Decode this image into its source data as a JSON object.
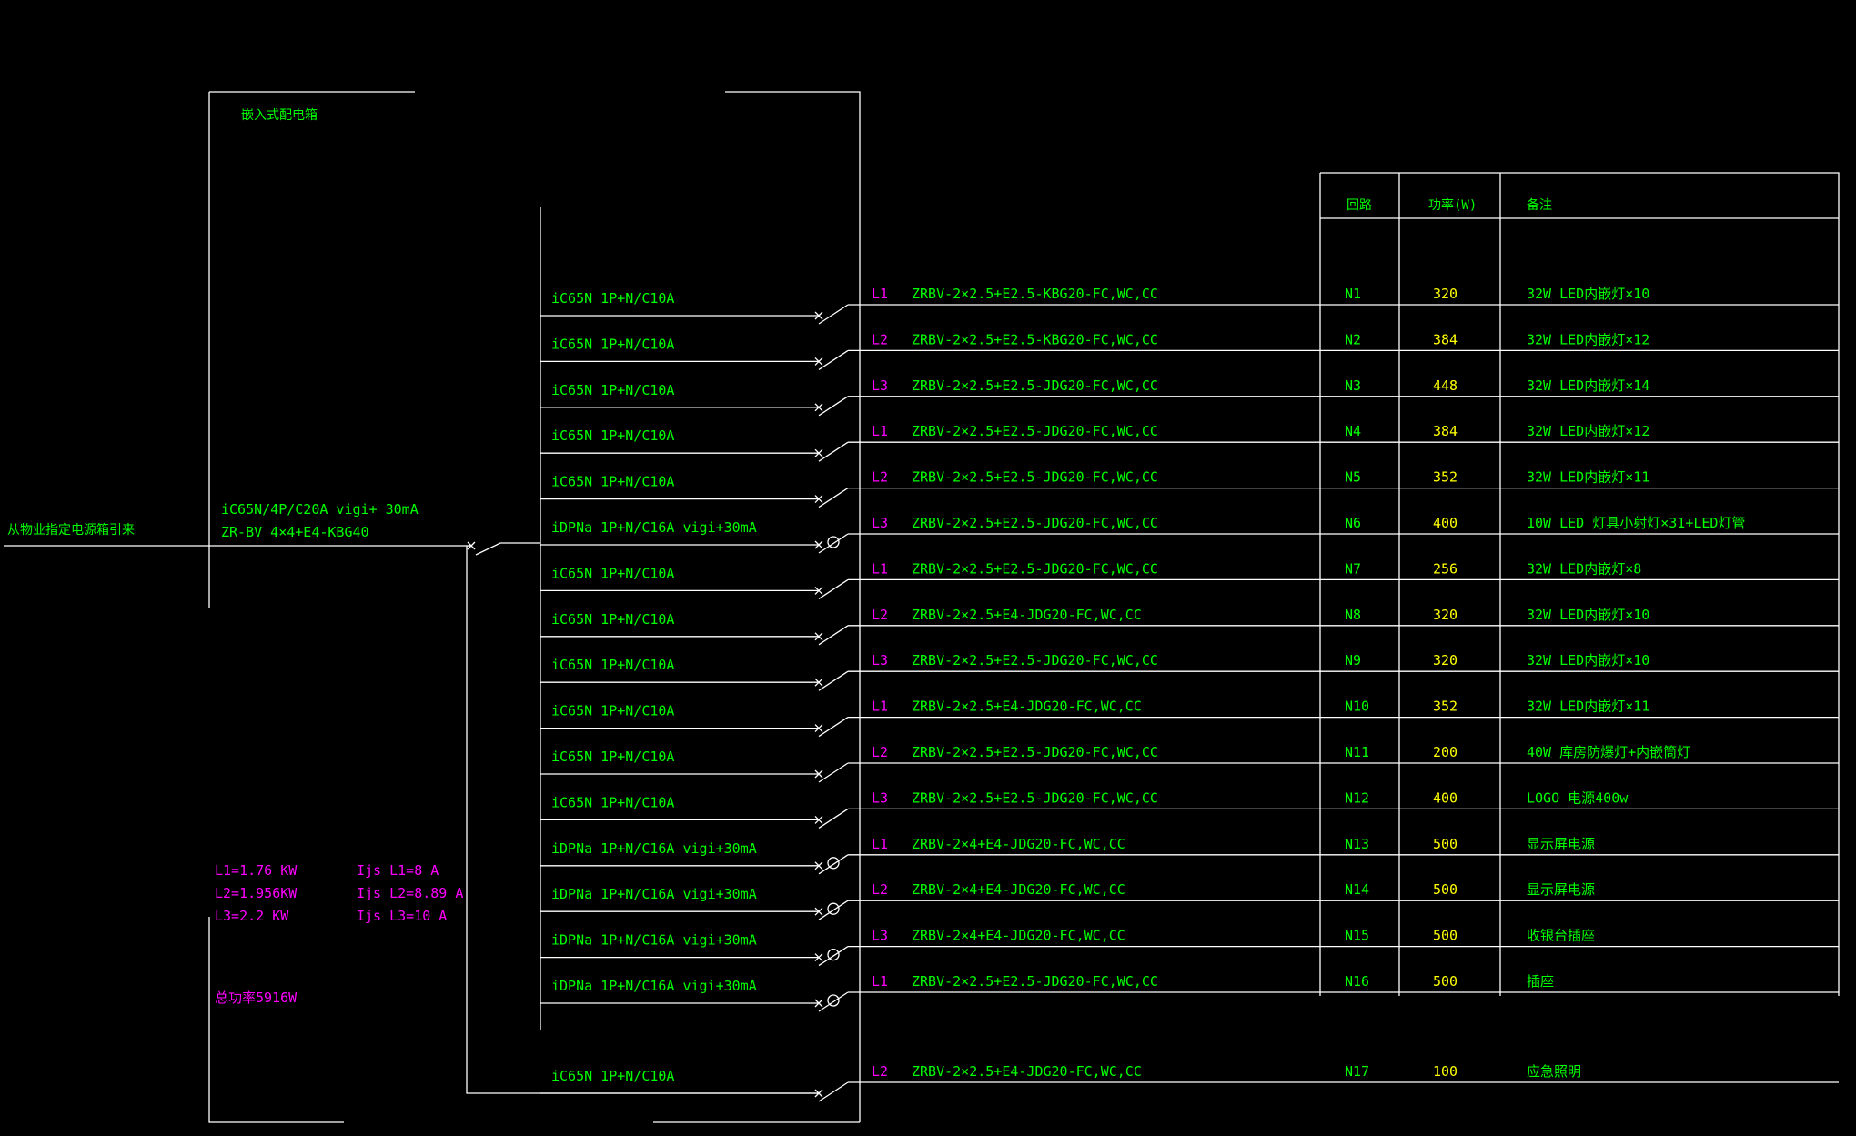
{
  "box_label": "嵌入式配电箱",
  "incoming": {
    "source_text": "从物业指定电源箱引来",
    "main_breaker": "iC65N/4P/C20A vigi+ 30mA",
    "main_cable": "ZR-BV 4×4+E4-KBG40"
  },
  "table_headers": {
    "circuit": "回路",
    "power": "功率(W)",
    "remark": "备注"
  },
  "circuits": [
    {
      "breaker": "iC65N 1P+N/C10A",
      "rcd": false,
      "phase": "L1",
      "cable": "ZRBV-2×2.5+E2.5-KBG20-FC,WC,CC",
      "id": "N1",
      "power": "320",
      "remark": "32W LED内嵌灯×10"
    },
    {
      "breaker": "iC65N 1P+N/C10A",
      "rcd": false,
      "phase": "L2",
      "cable": "ZRBV-2×2.5+E2.5-KBG20-FC,WC,CC",
      "id": "N2",
      "power": "384",
      "remark": "32W  LED内嵌灯×12"
    },
    {
      "breaker": "iC65N 1P+N/C10A",
      "rcd": false,
      "phase": "L3",
      "cable": "ZRBV-2×2.5+E2.5-JDG20-FC,WC,CC",
      "id": "N3",
      "power": "448",
      "remark": "32W  LED内嵌灯×14"
    },
    {
      "breaker": "iC65N 1P+N/C10A",
      "rcd": false,
      "phase": "L1",
      "cable": "ZRBV-2×2.5+E2.5-JDG20-FC,WC,CC",
      "id": "N4",
      "power": "384",
      "remark": "32W  LED内嵌灯×12"
    },
    {
      "breaker": "iC65N 1P+N/C10A",
      "rcd": false,
      "phase": "L2",
      "cable": "ZRBV-2×2.5+E2.5-JDG20-FC,WC,CC",
      "id": "N5",
      "power": "352",
      "remark": "32W  LED内嵌灯×11"
    },
    {
      "breaker": "iDPNa 1P+N/C16A  vigi+30mA",
      "rcd": true,
      "phase": "L3",
      "cable": "ZRBV-2×2.5+E2.5-JDG20-FC,WC,CC",
      "id": "N6",
      "power": "400",
      "remark": "10W  LED  灯具小射灯×31+LED灯管"
    },
    {
      "breaker": "iC65N 1P+N/C10A",
      "rcd": false,
      "phase": "L1",
      "cable": "ZRBV-2×2.5+E2.5-JDG20-FC,WC,CC",
      "id": "N7",
      "power": "256",
      "remark": "32W  LED内嵌灯×8"
    },
    {
      "breaker": "iC65N 1P+N/C10A",
      "rcd": false,
      "phase": "L2",
      "cable": "ZRBV-2×2.5+E4-JDG20-FC,WC,CC",
      "id": "N8",
      "power": "320",
      "remark": "32W  LED内嵌灯×10"
    },
    {
      "breaker": "iC65N 1P+N/C10A",
      "rcd": false,
      "phase": "L3",
      "cable": "ZRBV-2×2.5+E2.5-JDG20-FC,WC,CC",
      "id": "N9",
      "power": "320",
      "remark": "32W  LED内嵌灯×10"
    },
    {
      "breaker": "iC65N 1P+N/C10A",
      "rcd": false,
      "phase": "L1",
      "cable": "ZRBV-2×2.5+E4-JDG20-FC,WC,CC",
      "id": "N10",
      "power": "352",
      "remark": "32W  LED内嵌灯×11"
    },
    {
      "breaker": "iC65N 1P+N/C10A",
      "rcd": false,
      "phase": "L2",
      "cable": "ZRBV-2×2.5+E2.5-JDG20-FC,WC,CC",
      "id": "N11",
      "power": "200",
      "remark": "40W   库房防爆灯+内嵌筒灯"
    },
    {
      "breaker": "iC65N 1P+N/C10A",
      "rcd": false,
      "phase": "L3",
      "cable": "ZRBV-2×2.5+E2.5-JDG20-FC,WC,CC",
      "id": "N12",
      "power": "400",
      "remark": "LOGO  电源400w"
    },
    {
      "breaker": "iDPNa 1P+N/C16A  vigi+30mA",
      "rcd": true,
      "phase": "L1",
      "cable": "ZRBV-2×4+E4-JDG20-FC,WC,CC",
      "id": "N13",
      "power": "500",
      "remark": "显示屏电源"
    },
    {
      "breaker": "iDPNa 1P+N/C16A  vigi+30mA",
      "rcd": true,
      "phase": "L2",
      "cable": "ZRBV-2×4+E4-JDG20-FC,WC,CC",
      "id": "N14",
      "power": "500",
      "remark": "显示屏电源"
    },
    {
      "breaker": "iDPNa 1P+N/C16A  vigi+30mA",
      "rcd": true,
      "phase": "L3",
      "cable": "ZRBV-2×4+E4-JDG20-FC,WC,CC",
      "id": "N15",
      "power": "500",
      "remark": "收银台插座"
    },
    {
      "breaker": "iDPNa 1P+N/C16A  vigi+30mA",
      "rcd": true,
      "phase": "L1",
      "cable": "ZRBV-2×2.5+E2.5-JDG20-FC,WC,CC",
      "id": "N16",
      "power": "500",
      "remark": "插座"
    },
    {
      "breaker": "iC65N 1P+N/C10A",
      "rcd": false,
      "phase": "L2",
      "cable": "ZRBV-2×2.5+E4-JDG20-FC,WC,CC",
      "id": "N17",
      "power": "100",
      "remark": "应急照明"
    }
  ],
  "phase_summary": {
    "l1_power": "L1=1.76 KW",
    "l2_power": "L2=1.956KW",
    "l3_power": "L3=2.2 KW",
    "l1_current": "Ijs L1=8 A",
    "l2_current": "Ijs L2=8.89 A",
    "l3_current": "Ijs L3=10 A",
    "total_power": "总功率5916W"
  },
  "colors": {
    "background": "#000000",
    "text": "#00ff00",
    "summary": "#ff00ff",
    "power_values": "#ffff00",
    "lines": "#ffffff"
  }
}
